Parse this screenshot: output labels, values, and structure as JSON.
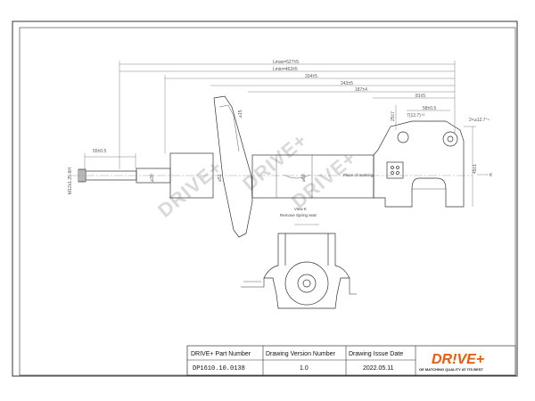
{
  "drawing": {
    "dimensions": {
      "lmax": "Lmax=527±5",
      "lmin": "Lmin=463±5",
      "d334": "334±5",
      "d243": "243±5",
      "d187": "187±4",
      "d81": "81±5",
      "d58": "58±0.5",
      "d7": "7(12.7)⁺²",
      "d2x": "2×⌀12.7⁺¹",
      "d55": "55±0.5",
      "thread": "M12x1.25-6H",
      "d30": "⌀30",
      "d51": "⌀51",
      "d15": "⌀15",
      "d60": "⌀60",
      "d45": "45±1",
      "d25": "25±7",
      "k": "K"
    },
    "notes": {
      "place": "Place of marking",
      "view": "View K",
      "remove": "Remove Spring seat"
    },
    "watermark": "DRIVE+"
  },
  "title_block": {
    "headers": [
      "DRIVE+ Part Number",
      "Drawing Version  Number",
      "Drawing Issue Date"
    ],
    "values": [
      "DP1610.10.0138",
      "1.0",
      "2022.05.11"
    ],
    "logo": "DR!VE+",
    "slogan": "OE MATCHING QUALITY AT ITS BEST"
  }
}
